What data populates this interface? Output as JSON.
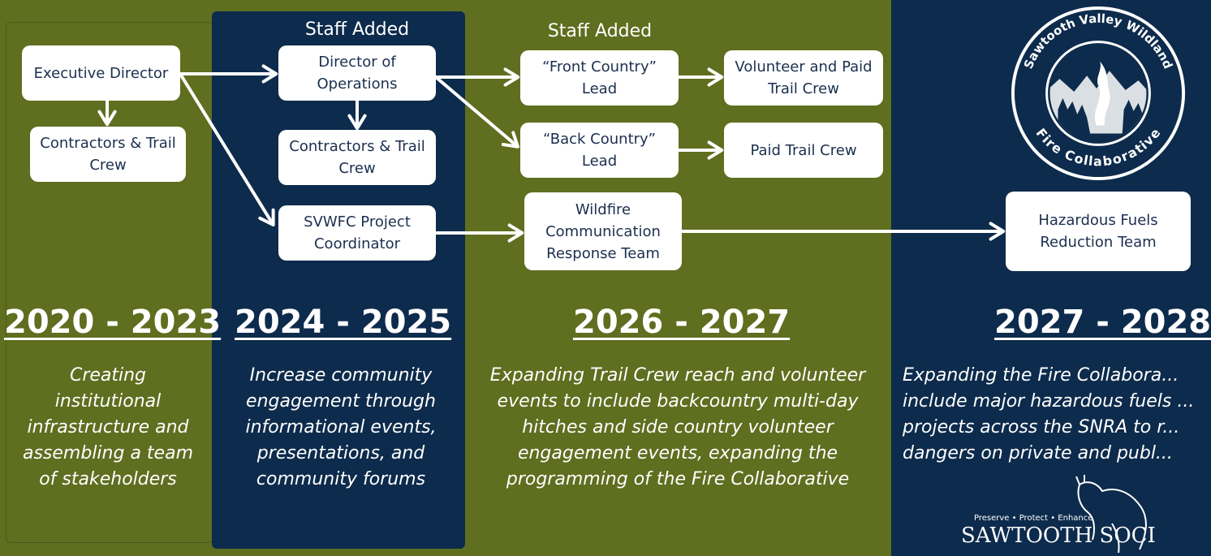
{
  "staff_added_label": "Staff Added",
  "boxes": {
    "executive_director": "Executive Director",
    "contractors_1": "Contractors & Trail Crew",
    "director_operations": "Director of Operations",
    "contractors_2": "Contractors & Trail Crew",
    "project_coordinator": "SVWFC Project Coordinator",
    "front_country_lead": "“Front Country” Lead",
    "back_country_lead": "“Back Country” Lead",
    "wildfire_team": "Wildfire Communication Response Team",
    "volunteer_paid_crew": "Volunteer and Paid Trail Crew",
    "paid_crew": "Paid Trail Crew",
    "hazardous_fuels": "Hazardous Fuels Reduction Team"
  },
  "periods": [
    {
      "year": "2020 - 2023",
      "description": "Creating institutional infrastructure and assembling a team of stakeholders"
    },
    {
      "year": "2024 - 2025",
      "description": "Increase community engagement through informational events, presentations, and community forums"
    },
    {
      "year": "2026 - 2027",
      "description": "Expanding Trail Crew reach and volunteer events to include backcountry multi-day hitches and side country volunteer engagement events, expanding the programming of the Fire Collaborative"
    },
    {
      "year": "2027 - 2028",
      "description": "Expanding the Fire Collabora... include major hazardous fuels ... projects across the SNRA to r... dangers on private and publ..."
    }
  ],
  "logo": {
    "arc_top": "Sawtooth Valley Wildland",
    "arc_bottom": "Fire Collaborative"
  },
  "society_logo": {
    "tagline": "Preserve • Protect • Enhance",
    "name": "SAWTOOTH SOCI"
  },
  "colors": {
    "olive": "#5f6e1f",
    "navy": "#0d2b4c",
    "box_text": "#1b2f4f"
  }
}
